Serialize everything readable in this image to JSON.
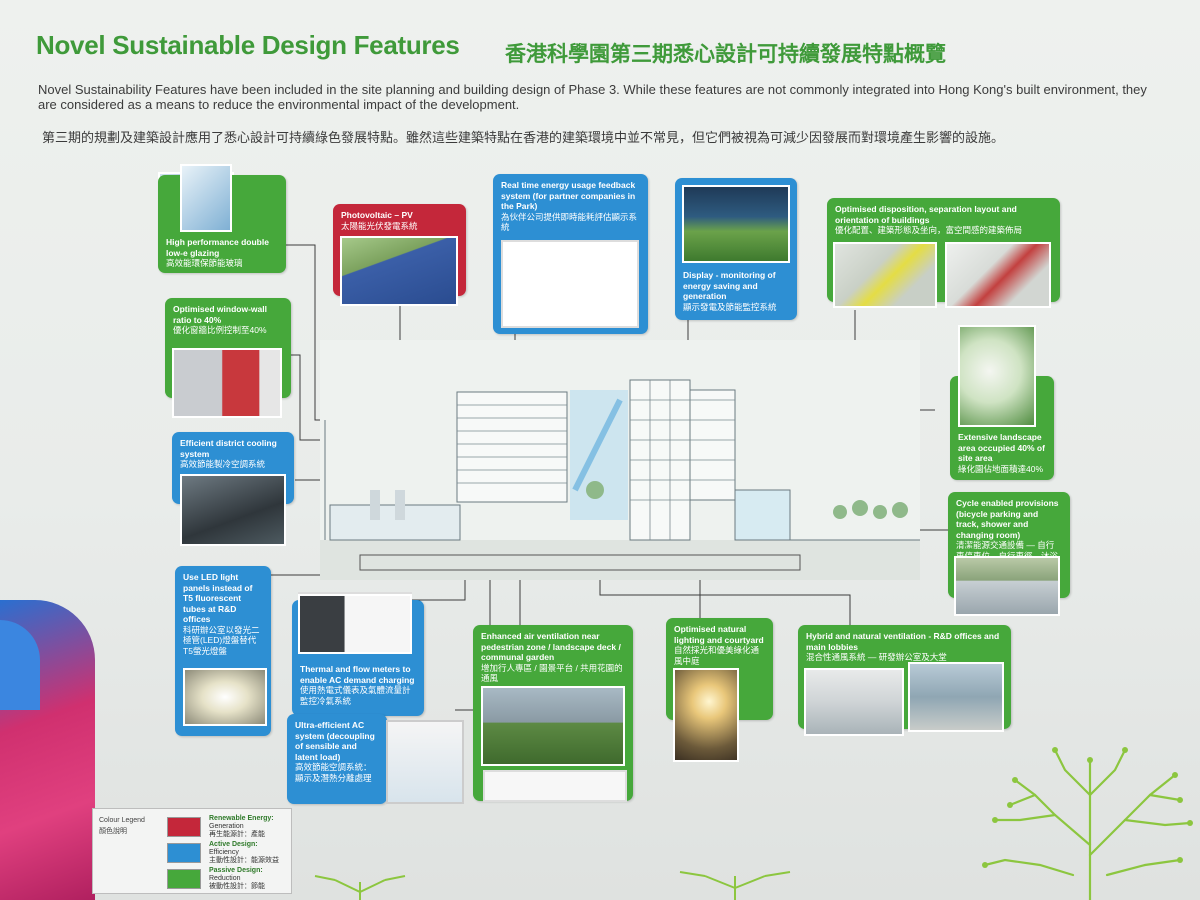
{
  "header": {
    "title_en": "Novel Sustainable Design Features",
    "title_zh": "香港科學園第三期悉心設計可持續發展特點概覽",
    "intro_en": "Novel Sustainability Features have been included in the site planning and building design of Phase 3. While these features are not commonly integrated into Hong Kong's built environment, they are considered as a means to reduce the environmental impact of the development.",
    "intro_zh": "第三期的規劃及建築設計應用了悉心設計可持續綠色發展特點。雖然這些建築特點在香港的建築環境中並不常見，但它們被視為可減少因發展而對環境產生影響的設施。"
  },
  "cards": {
    "glazing": {
      "en": "High performance double low-e glazing",
      "zh": "高效能環保節能玻璃"
    },
    "pv": {
      "en": "Photovoltaic – PV",
      "zh": "太陽能光伏發電系統"
    },
    "feedback": {
      "en": "Real time energy usage feedback system (for partner companies in the Park)",
      "zh": "為伙伴公司提供即時能耗評估顯示系統"
    },
    "display": {
      "en": "Display - monitoring of energy saving and generation",
      "zh": "顯示發電及節能監控系統"
    },
    "disposition": {
      "en": "Optimised disposition, separation layout and orientation of buildings",
      "zh": "優化配置、建築形態及坐向，富空間感的建築佈局"
    },
    "window": {
      "en": "Optimised window-wall ratio to 40%",
      "zh": "優化窗牆比例控制至40%"
    },
    "landscape": {
      "en": "Extensive landscape area occupied 40% of site area",
      "zh": "綠化園佔地面積達40%"
    },
    "cooling": {
      "en": "Efficient district cooling system",
      "zh": "高效節能製冷空調系統"
    },
    "cycle": {
      "en": "Cycle enabled provisions (bicycle parking and track, shower and changing room)",
      "zh": "清潔能源交通設備 — 自行車停車位、自行車徑、沐浴間"
    },
    "led": {
      "en": "Use LED light panels instead of T5 fluorescent tubes at R&D offices",
      "zh": "科研辦公室以發光二極管(LED)燈盤替代T5螢光燈盤"
    },
    "thermal": {
      "en": "Thermal and flow meters to enable AC demand charging",
      "zh": "使用熱電式儀表及氣體流量計監控冷氣系統"
    },
    "air": {
      "en": "Enhanced air ventilation near pedestrian zone / landscape deck / communal garden",
      "zh": "增加行人專區 / 園景平台 / 共用花園的通風"
    },
    "lighting": {
      "en": "Optimised natural lighting and courtyard",
      "zh": "自然採光和優美綠化通風中庭"
    },
    "hybrid": {
      "en": "Hybrid and natural ventilation - R&D offices and main lobbies",
      "zh": "混合性通風系統 — 研發辦公室及大堂"
    },
    "ac": {
      "en": "Ultra-efficient AC system (decoupling of sensible and latent load)",
      "zh": "高效節能空調系統：顯示及潛熱分離處理"
    }
  },
  "legend": {
    "title": "Colour Legend",
    "title_zh": "顏色說明",
    "items": [
      {
        "label": "Renewable Energy:",
        "sub": "Generation",
        "zh": "再生能源計：產能",
        "color": "#c4273a"
      },
      {
        "label": "Active Design:",
        "sub": "Efficiency",
        "zh": "主動性設計：能源效益",
        "color": "#2d8fd3"
      },
      {
        "label": "Passive Design:",
        "sub": "Reduction",
        "zh": "被動性設計：節能",
        "color": "#46a83b"
      }
    ]
  },
  "colors": {
    "title_green": "#3f9a3a",
    "passive_green": "#46a83b",
    "active_blue": "#2d8fd3",
    "renewable_red": "#c4273a"
  }
}
